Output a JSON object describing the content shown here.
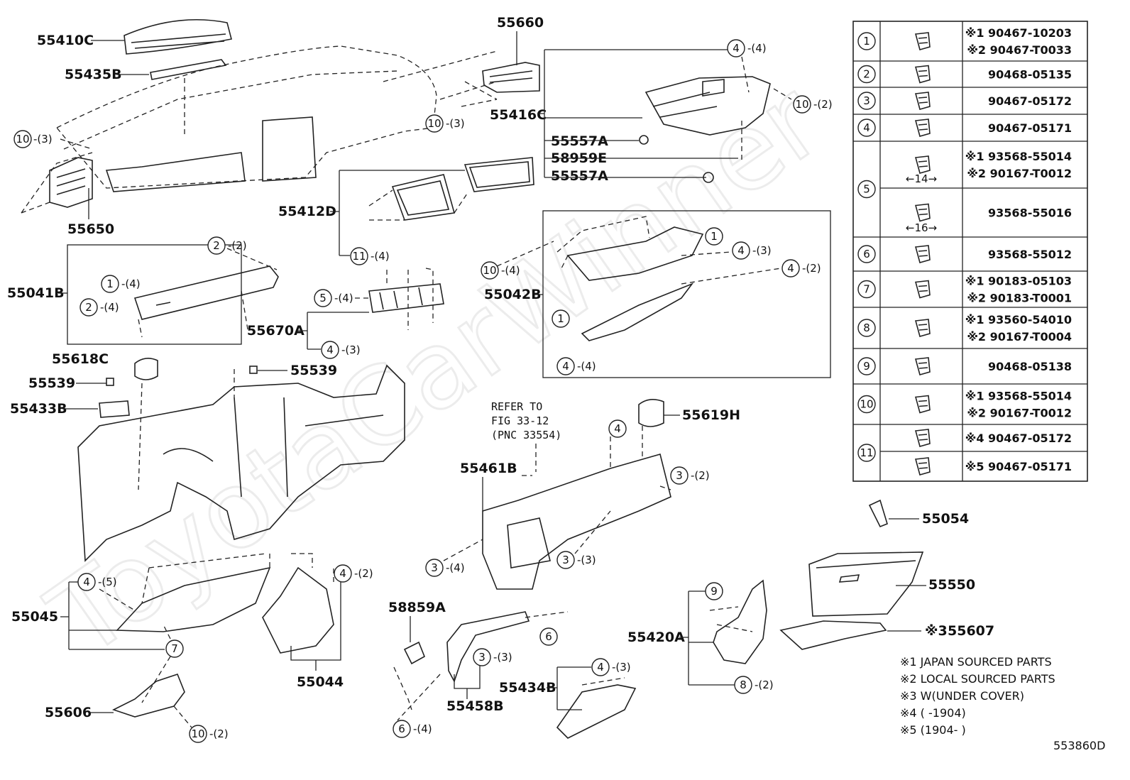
{
  "watermark": "ToyotaCarWinner",
  "diagram_code": "553860D",
  "refer": [
    "REFER TO",
    "FIG 33-12",
    "(PNC 33554)"
  ],
  "labels": {
    "l55410C": "55410C",
    "l55435B": "55435B",
    "l55650": "55650",
    "l55660": "55660",
    "l55416C": "55416C",
    "l55557A_1": "55557A",
    "l58959E": "58959E",
    "l55557A_2": "55557A",
    "l55412D": "55412D",
    "l55041B": "55041B",
    "l55670A": "55670A",
    "l55042B": "55042B",
    "l55618C": "55618C",
    "l55539_1": "55539",
    "l55539_2": "55539",
    "l55433B": "55433B",
    "l55461B": "55461B",
    "l55619H": "55619H",
    "l55054": "55054",
    "l55550": "55550",
    "l55045": "55045",
    "l55044": "55044",
    "l58859A": "58859A",
    "l55458B": "55458B",
    "l55434B": "55434B",
    "l55420A": "55420A",
    "l55607": "55607",
    "l55607_prefix": "※3",
    "l55606": "55606"
  },
  "clip_callouts": {
    "c10_a": {
      "num": "10",
      "qty": "-(3)"
    },
    "c4_a": {
      "num": "4",
      "qty": "-(4)"
    },
    "c10_b": {
      "num": "10",
      "qty": "-(2)"
    },
    "c10_c": {
      "num": "10",
      "qty": "-(3)"
    },
    "c11_a": {
      "num": "11",
      "qty": "-(4)"
    },
    "c2_a": {
      "num": "2",
      "qty": "-(2)"
    },
    "c1_a": {
      "num": "1",
      "qty": "-(4)"
    },
    "c2_b": {
      "num": "2",
      "qty": "-(4)"
    },
    "c5_a": {
      "num": "5",
      "qty": "-(4)"
    },
    "c4_b": {
      "num": "4",
      "qty": "-(3)"
    },
    "c10_d": {
      "num": "10",
      "qty": "-(4)"
    },
    "c1_b": {
      "num": "1",
      "qty": ""
    },
    "c4_c": {
      "num": "4",
      "qty": "-(3)"
    },
    "c4_d": {
      "num": "4",
      "qty": "-(2)"
    },
    "c1_c": {
      "num": "1",
      "qty": ""
    },
    "c4_e": {
      "num": "4",
      "qty": "-(4)"
    },
    "c4_f": {
      "num": "4",
      "qty": ""
    },
    "c3_a": {
      "num": "3",
      "qty": "-(2)"
    },
    "c3_b": {
      "num": "3",
      "qty": "-(4)"
    },
    "c3_c": {
      "num": "3",
      "qty": "-(3)"
    },
    "c4_g": {
      "num": "4",
      "qty": "-(5)"
    },
    "c4_h": {
      "num": "4",
      "qty": "-(2)"
    },
    "c7_a": {
      "num": "7",
      "qty": ""
    },
    "c6_a": {
      "num": "6",
      "qty": ""
    },
    "c3_d": {
      "num": "3",
      "qty": "-(3)"
    },
    "c4_i": {
      "num": "4",
      "qty": "-(3)"
    },
    "c6_b": {
      "num": "6",
      "qty": "-(4)"
    },
    "c9_a": {
      "num": "9",
      "qty": ""
    },
    "c8_a": {
      "num": "8",
      "qty": "-(2)"
    },
    "c10_e": {
      "num": "10",
      "qty": "-(2)"
    }
  },
  "fastener_table": [
    {
      "ref": "1",
      "entries": [
        "※1 90467-10203",
        "※2 90467-T0033"
      ]
    },
    {
      "ref": "2",
      "entries": [
        "90468-05135"
      ]
    },
    {
      "ref": "3",
      "entries": [
        "90467-05172"
      ]
    },
    {
      "ref": "4",
      "entries": [
        "90467-05171"
      ]
    },
    {
      "ref": "5",
      "entries": [
        "※1 93568-55014",
        "※2 90167-T0012"
      ],
      "dim": "14"
    },
    {
      "ref": "",
      "entries": [
        "93568-55016"
      ],
      "dim": "16"
    },
    {
      "ref": "6",
      "entries": [
        "93568-55012"
      ]
    },
    {
      "ref": "7",
      "entries": [
        "※1 90183-05103",
        "※2 90183-T0001"
      ]
    },
    {
      "ref": "8",
      "entries": [
        "※1 93560-54010",
        "※2 90167-T0004"
      ]
    },
    {
      "ref": "9",
      "entries": [
        "90468-05138"
      ]
    },
    {
      "ref": "10",
      "entries": [
        "※1 93568-55014",
        "※2 90167-T0012"
      ]
    },
    {
      "ref": "11",
      "entries": [
        "※4 90467-05172"
      ]
    },
    {
      "ref": "",
      "entries": [
        "※5 90467-05171"
      ]
    }
  ],
  "notes": [
    "※1 JAPAN SOURCED PARTS",
    "※2 LOCAL SOURCED PARTS",
    "※3 W(UNDER COVER)",
    "※4 (      -1904)",
    "※5 (1904-      )"
  ]
}
